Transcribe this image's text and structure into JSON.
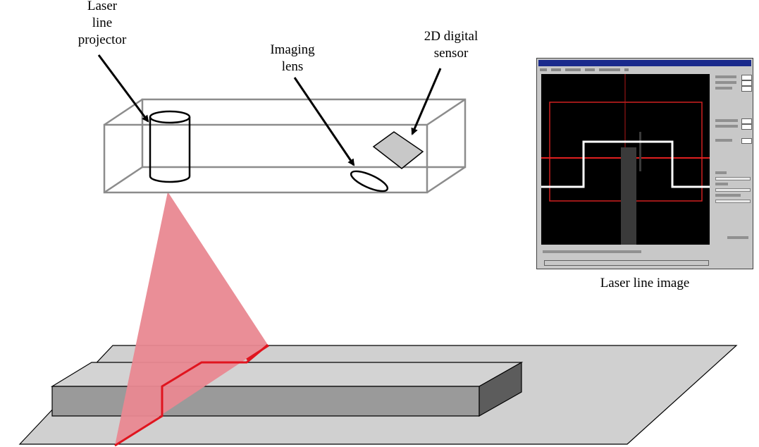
{
  "labels": {
    "projector": "Laser\nline\nprojector",
    "lens": "Imaging\nlens",
    "sensor": "2D digital\nsensor",
    "image": "Laser line image"
  },
  "colors": {
    "laser_plane": "#e98891",
    "laser_line": "#e0141e",
    "housing": "#8c8c8c",
    "base_top": "#d0d0d0",
    "block_front": "#9a9a9a",
    "block_side": "#5c5c5c",
    "sensor_fill": "#c8c8c8",
    "screen_bg": "#000000",
    "screen_red": "#d02020",
    "screen_profile": "#ffffff"
  }
}
